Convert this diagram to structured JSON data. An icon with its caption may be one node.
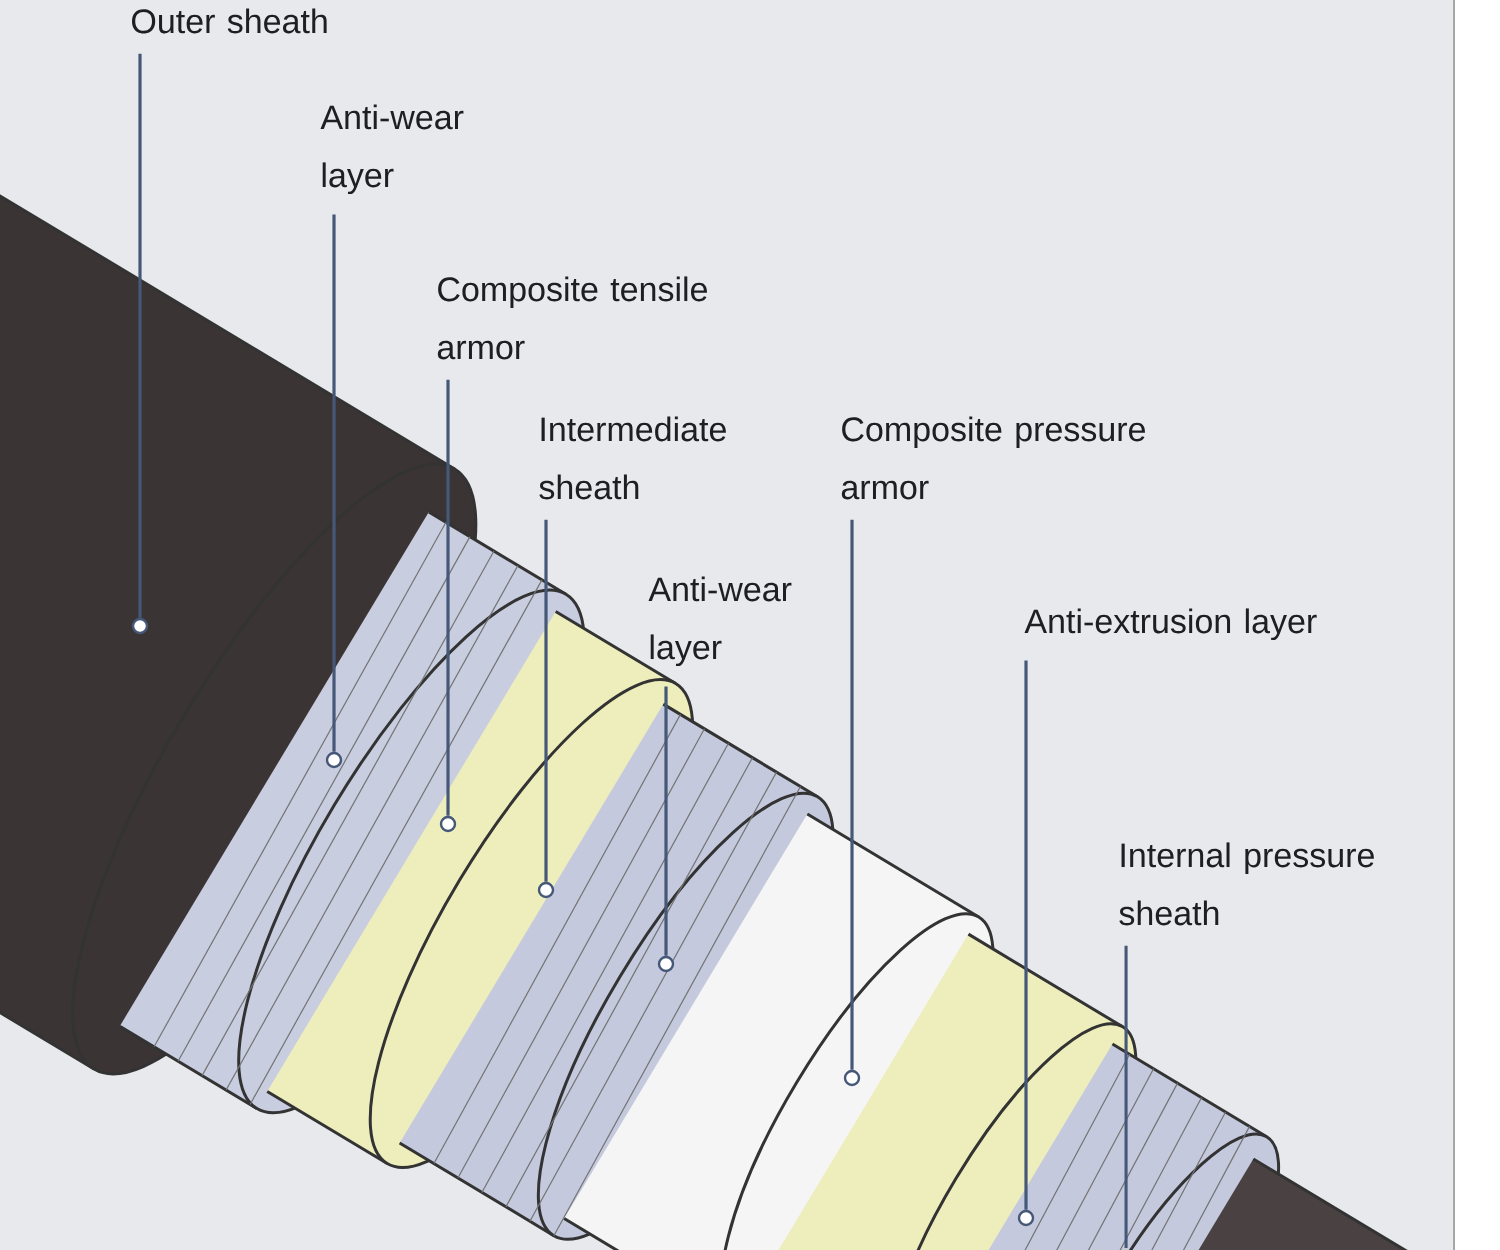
{
  "diagram": {
    "nodes": [
      {
        "text": [
          "Outer sheath"
        ]
      },
      {
        "text": [
          "Anti-wear layer"
        ]
      },
      {
        "text": [
          "Composite tensile armor"
        ]
      },
      {
        "text": [
          "Intermediate sheath"
        ]
      },
      {
        "text": [
          "Anti-wear layer"
        ]
      },
      {
        "text": [
          "Composite pressure armor"
        ]
      },
      {
        "text": [
          "Anti-extrusion layer"
        ]
      },
      {
        "text": [
          "Internal pressure sheath"
        ]
      },
      {
        "text": [],
        "shape": "circle"
      },
      {
        "text": [],
        "shape": "circle"
      },
      {
        "text": [],
        "shape": "circle"
      },
      {
        "text": [],
        "shape": "circle"
      },
      {
        "text": [],
        "shape": "circle"
      },
      {
        "text": [],
        "shape": "circle"
      },
      {
        "text": [],
        "shape": "circle"
      }
    ],
    "edges": [
      {
        "from": 0,
        "to": 8,
        "arrow": "none"
      },
      {
        "from": 1,
        "to": 9,
        "arrow": "none"
      },
      {
        "from": 2,
        "to": 10,
        "arrow": "none"
      },
      {
        "from": 3,
        "to": 11,
        "arrow": "none"
      },
      {
        "from": 4,
        "to": 12,
        "arrow": "none"
      },
      {
        "from": 5,
        "to": 13,
        "arrow": "none"
      },
      {
        "from": 6,
        "to": 14,
        "arrow": "none"
      },
      {
        "from": 7,
        "to": null,
        "arrow": "none"
      }
    ]
  }
}
